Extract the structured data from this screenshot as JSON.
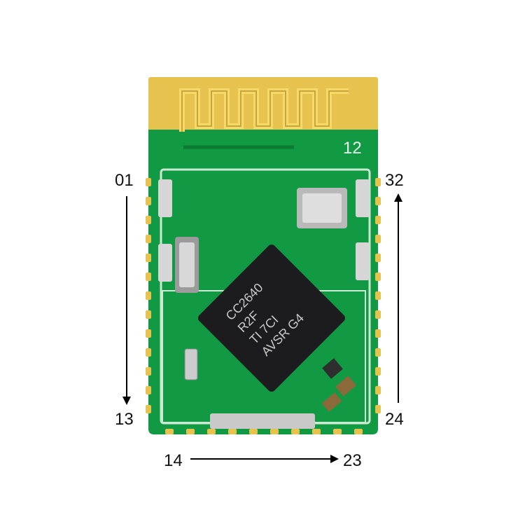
{
  "board": {
    "silkscreen_number": "12",
    "chip_marking": [
      "CC2640",
      "R2F",
      "TI 7CI",
      "AVSR G4"
    ],
    "colors": {
      "pcb_green": "#119a43",
      "pcb_dark": "#0b7a33",
      "gold": "#e6c24f",
      "chip_black": "#1c1c1e",
      "silk_white": "#eef7ef"
    }
  },
  "pin_labels": {
    "left_top": "01",
    "left_bottom": "13",
    "bottom_left": "14",
    "bottom_right": "23",
    "right_bottom": "24",
    "right_top": "32"
  },
  "arrows": {
    "left": "down",
    "bottom": "right",
    "right": "up"
  }
}
